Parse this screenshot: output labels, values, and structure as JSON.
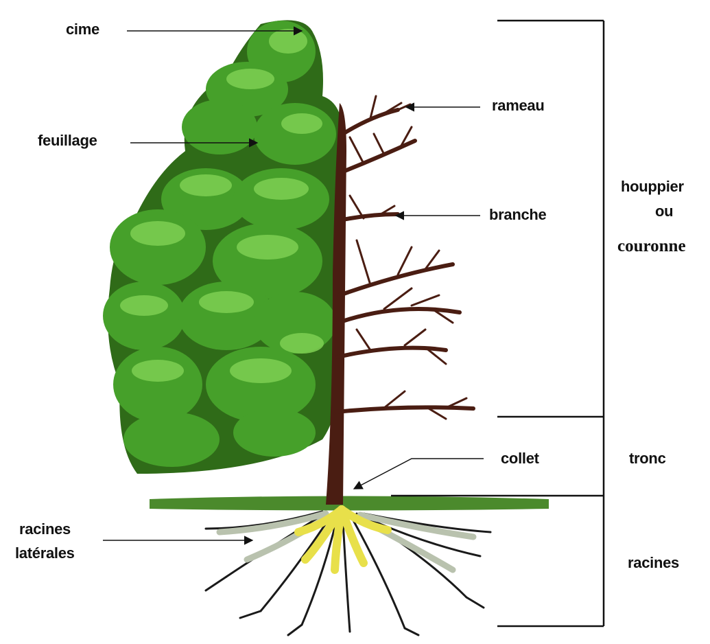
{
  "labels": {
    "cime": "cime",
    "feuillage": "feuillage",
    "rameau": "rameau",
    "branche": "branche",
    "collet": "collet",
    "racines_laterales_line1": "racines",
    "racines_laterales_line2": "latérales"
  },
  "zones": {
    "houppier_line1": "houppier",
    "houppier_line2": "ou",
    "couronne": "couronne",
    "tronc": "tronc",
    "racines": "racines"
  },
  "colors": {
    "foliage_dark": "#2f6b18",
    "foliage_mid": "#46a02a",
    "foliage_light": "#7ecf52",
    "trunk": "#4a1d12",
    "ground": "#4b8a2c",
    "root_yellow": "#e8e04a",
    "root_grey": "#b9c2ae",
    "root_black": "#1a1a1a"
  }
}
